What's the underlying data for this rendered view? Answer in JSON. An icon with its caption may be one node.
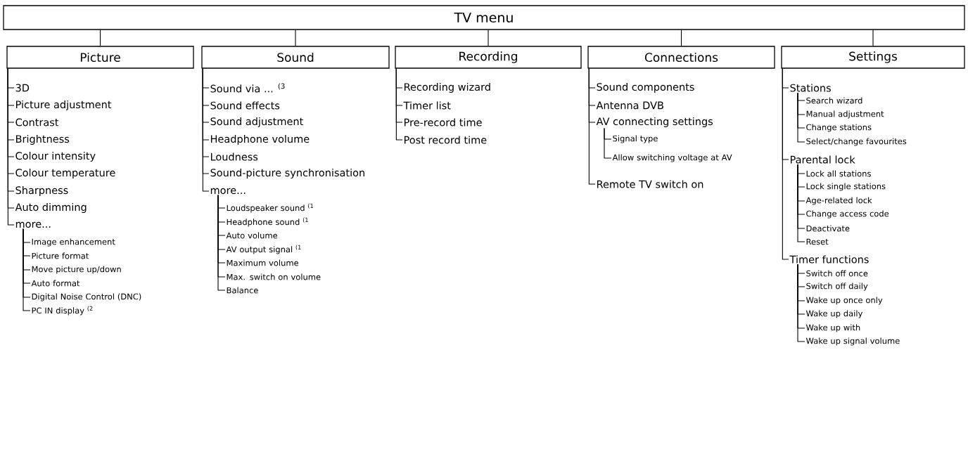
{
  "diagram": {
    "nodes": [
      {
        "text": [
          "TV menu"
        ]
      },
      {
        "text": [
          "Picture"
        ]
      },
      {
        "text": [
          "Sound"
        ]
      },
      {
        "text": [
          "Recording"
        ]
      },
      {
        "text": [
          "Connections"
        ]
      },
      {
        "text": [
          "Settings"
        ]
      },
      {
        "text": [
          "3D"
        ]
      },
      {
        "text": [
          "Picture adjustment"
        ]
      },
      {
        "text": [
          "Contrast"
        ]
      },
      {
        "text": [
          "Brightness"
        ]
      },
      {
        "text": [
          "Colour intensity"
        ]
      },
      {
        "text": [
          "Colour temperature"
        ]
      },
      {
        "text": [
          "Sharpness"
        ]
      },
      {
        "text": [
          "Auto dimming"
        ]
      },
      {
        "text": [
          "more..."
        ]
      },
      {
        "text": [
          "Image enhancement"
        ]
      },
      {
        "text": [
          "Picture format"
        ]
      },
      {
        "text": [
          "Move picture up/down"
        ]
      },
      {
        "text": [
          "Auto format"
        ]
      },
      {
        "text": [
          "Digital Noise Control (DNC)"
        ]
      },
      {
        "text": [
          "PC IN display $^{(2}$"
        ]
      },
      {
        "text": [
          "Sound via ... $^{(3}$"
        ]
      },
      {
        "text": [
          "Sound effects"
        ]
      },
      {
        "text": [
          "Sound adjustment"
        ]
      },
      {
        "text": [
          "Headphone volume"
        ]
      },
      {
        "text": [
          "Loudness"
        ]
      },
      {
        "text": [
          "Sound-picture synchronisation"
        ]
      },
      {
        "text": [
          "more..."
        ]
      },
      {
        "text": [
          "Loudspeaker sound $^{(1}$"
        ]
      },
      {
        "text": [
          "Headphone sound $^{(1}$"
        ]
      },
      {
        "text": [
          "Auto volume"
        ]
      },
      {
        "text": [
          "AV output signal $^{(1}$"
        ]
      },
      {
        "text": [
          "Maximum volume"
        ]
      },
      {
        "text": [
          "Max. switch on volume"
        ]
      },
      {
        "text": [
          "Balance"
        ]
      },
      {
        "text": [
          "Recording wizard"
        ]
      },
      {
        "text": [
          "Timer list"
        ]
      },
      {
        "text": [
          "Pre-record time"
        ]
      },
      {
        "text": [
          "Post record time"
        ]
      },
      {
        "text": [
          "Sound components"
        ]
      },
      {
        "text": [
          "Antenna DVB"
        ]
      },
      {
        "text": [
          "AV connecting settings"
        ]
      },
      {
        "text": [
          "Signal type"
        ]
      },
      {
        "text": [
          "Allow switching voltage at AV"
        ]
      },
      {
        "text": [
          "Remote TV switch on"
        ]
      },
      {
        "text": [
          "Stations"
        ]
      },
      {
        "text": [
          "Search wizard"
        ]
      },
      {
        "text": [
          "Manual adjustment"
        ]
      },
      {
        "text": [
          "Change stations"
        ]
      },
      {
        "text": [
          "Select/change favourites"
        ]
      },
      {
        "text": [
          "Parental lock"
        ]
      },
      {
        "text": [
          "Lock all stations"
        ]
      },
      {
        "text": [
          "Lock single stations"
        ]
      },
      {
        "text": [
          "Age-related lock"
        ]
      },
      {
        "text": [
          "Change access code"
        ]
      },
      {
        "text": [
          "Deactivate"
        ]
      },
      {
        "text": [
          "Reset"
        ]
      },
      {
        "text": [
          "Timer functions"
        ]
      },
      {
        "text": [
          "Switch off once"
        ]
      },
      {
        "text": [
          "Switch off daily"
        ]
      },
      {
        "text": [
          "Wake up once only"
        ]
      },
      {
        "text": [
          "Wake up daily"
        ]
      },
      {
        "text": [
          "Wake up with"
        ]
      },
      {
        "text": [
          "Wake up signal volume"
        ]
      }
    ],
    "edges": [
      {
        "from": 0,
        "to": 1,
        "arrow": "none"
      },
      {
        "from": 0,
        "to": 2,
        "arrow": "none"
      },
      {
        "from": 0,
        "to": 3,
        "arrow": "none"
      },
      {
        "from": 0,
        "to": 4,
        "arrow": "none"
      },
      {
        "from": 0,
        "to": 5,
        "arrow": "none"
      },
      {
        "from": 1,
        "to": 6,
        "arrow": "none"
      },
      {
        "from": 1,
        "to": 7,
        "arrow": "none"
      },
      {
        "from": 1,
        "to": 8,
        "arrow": "none"
      },
      {
        "from": 1,
        "to": 9,
        "arrow": "none"
      },
      {
        "from": 1,
        "to": 10,
        "arrow": "none"
      },
      {
        "from": 1,
        "to": 11,
        "arrow": "none"
      },
      {
        "from": 1,
        "to": 12,
        "arrow": "none"
      },
      {
        "from": 1,
        "to": 13,
        "arrow": "none"
      },
      {
        "from": 1,
        "to": 14,
        "arrow": "none"
      },
      {
        "from": 14,
        "to": 15,
        "arrow": "none"
      },
      {
        "from": 14,
        "to": 16,
        "arrow": "none"
      },
      {
        "from": 14,
        "to": 17,
        "arrow": "none"
      },
      {
        "from": 14,
        "to": 18,
        "arrow": "none"
      },
      {
        "from": 14,
        "to": 19,
        "arrow": "none"
      },
      {
        "from": 14,
        "to": 20,
        "arrow": "none"
      },
      {
        "from": 2,
        "to": 21,
        "arrow": "none"
      },
      {
        "from": 2,
        "to": 22,
        "arrow": "none"
      },
      {
        "from": 2,
        "to": 23,
        "arrow": "none"
      },
      {
        "from": 2,
        "to": 24,
        "arrow": "none"
      },
      {
        "from": 2,
        "to": 25,
        "arrow": "none"
      },
      {
        "from": 2,
        "to": 26,
        "arrow": "none"
      },
      {
        "from": 2,
        "to": 27,
        "arrow": "none"
      },
      {
        "from": 27,
        "to": 28,
        "arrow": "none"
      },
      {
        "from": 27,
        "to": 29,
        "arrow": "none"
      },
      {
        "from": 27,
        "to": 30,
        "arrow": "none"
      },
      {
        "from": 27,
        "to": 31,
        "arrow": "none"
      },
      {
        "from": 27,
        "to": 32,
        "arrow": "none"
      },
      {
        "from": 27,
        "to": 33,
        "arrow": "none"
      },
      {
        "from": 27,
        "to": 34,
        "arrow": "none"
      },
      {
        "from": 3,
        "to": 35,
        "arrow": "none"
      },
      {
        "from": 3,
        "to": 36,
        "arrow": "none"
      },
      {
        "from": 3,
        "to": 37,
        "arrow": "none"
      },
      {
        "from": 3,
        "to": 38,
        "arrow": "none"
      },
      {
        "from": 4,
        "to": 39,
        "arrow": "none"
      },
      {
        "from": 4,
        "to": 40,
        "arrow": "none"
      },
      {
        "from": 4,
        "to": 41,
        "arrow": "none"
      },
      {
        "from": 41,
        "to": 42,
        "arrow": "none"
      },
      {
        "from": 41,
        "to": 43,
        "arrow": "none"
      },
      {
        "from": 4,
        "to": 44,
        "arrow": "none"
      },
      {
        "from": 5,
        "to": 45,
        "arrow": "none"
      },
      {
        "from": 45,
        "to": 46,
        "arrow": "none"
      },
      {
        "from": 45,
        "to": 47,
        "arrow": "none"
      },
      {
        "from": 45,
        "to": 48,
        "arrow": "none"
      },
      {
        "from": 45,
        "to": 49,
        "arrow": "none"
      },
      {
        "from": 5,
        "to": 50,
        "arrow": "none"
      },
      {
        "from": 50,
        "to": 51,
        "arrow": "none"
      },
      {
        "from": 50,
        "to": 52,
        "arrow": "none"
      },
      {
        "from": 50,
        "to": 53,
        "arrow": "none"
      },
      {
        "from": 50,
        "to": 54,
        "arrow": "none"
      },
      {
        "from": 50,
        "to": 55,
        "arrow": "none"
      },
      {
        "from": 50,
        "to": 56,
        "arrow": "none"
      },
      {
        "from": 5,
        "to": 57,
        "arrow": "none"
      },
      {
        "from": 57,
        "to": 58,
        "arrow": "none"
      },
      {
        "from": 57,
        "to": 59,
        "arrow": "none"
      },
      {
        "from": 57,
        "to": 60,
        "arrow": "none"
      },
      {
        "from": 57,
        "to": 61,
        "arrow": "none"
      },
      {
        "from": 57,
        "to": 62,
        "arrow": "none"
      },
      {
        "from": 57,
        "to": 63,
        "arrow": "none"
      }
    ]
  }
}
